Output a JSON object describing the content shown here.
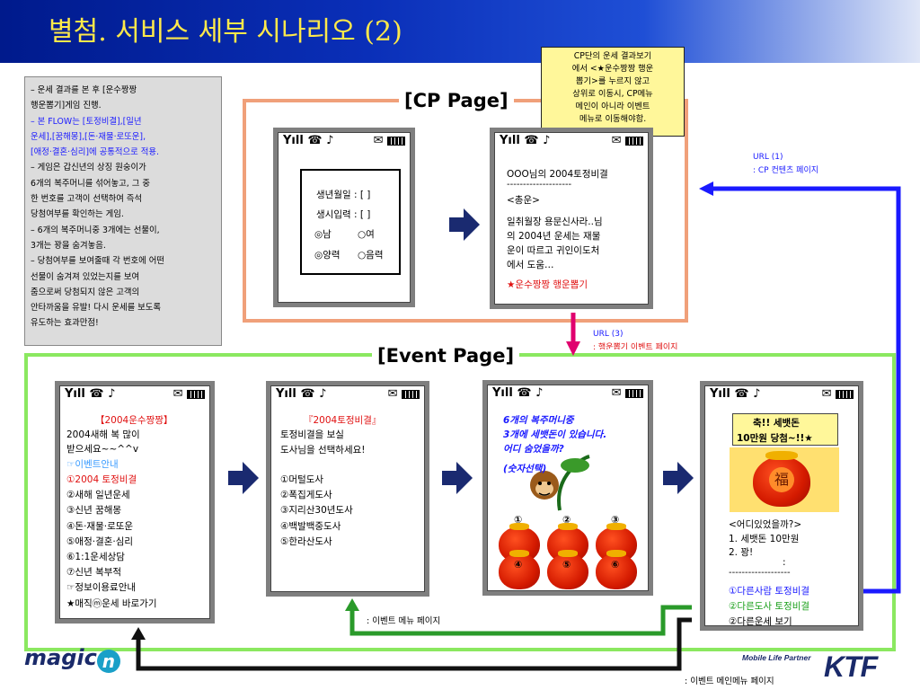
{
  "title": "별첨. 서비스 세부 시나리오 (2)",
  "colors": {
    "accent_title": "#ffe94a",
    "title_bar": "#0a2fb8",
    "cp_frame": "#f0a07a",
    "event_frame": "#8be860",
    "callout_bg": "#fff79a",
    "arrow_blue": "#1a1aff",
    "arrow_magenta": "#e0006e",
    "arrow_green": "#2a9a2a"
  },
  "left_note": [
    {
      "text": "– 운세 결과를 본 후 [운수짱짱",
      "color": "black"
    },
    {
      "text": "행운뽑기]게임 진행.",
      "color": "black"
    },
    {
      "text": "– 본 FLOW는 [토정비결],[일년",
      "color": "blue"
    },
    {
      "text": "운세],[꿈해몽],[돈·재물·로또운],",
      "color": "blue"
    },
    {
      "text": "[애정·결혼·심리]에 공통적으로 적용.",
      "color": "blue"
    },
    {
      "text": "– 게임은 갑신년의 상징 원숭이가",
      "color": "black"
    },
    {
      "text": "6개의 복주머니를 섞어놓고, 그 중",
      "color": "black"
    },
    {
      "text": "  한 번호를 고객이 선택하여 즉석",
      "color": "black"
    },
    {
      "text": "당첨여부를 확인하는 게임.",
      "color": "black"
    },
    {
      "text": "– 6개의 복주머니중 3개에는 선물이,",
      "color": "black"
    },
    {
      "text": "3개는 꽝을 숨겨놓음.",
      "color": "black"
    },
    {
      "text": "– 당첨여부를 보여줄때 각 번호에 어떤",
      "color": "black"
    },
    {
      "text": "  선물이 숨겨져 있었는지를 보여",
      "color": "black"
    },
    {
      "text": "  줌으로써 당첨되지 않은 고객의",
      "color": "black"
    },
    {
      "text": "안타까움을 유발! 다시 운세를 보도록",
      "color": "black"
    },
    {
      "text": "  유도하는 효과만점!",
      "color": "black"
    }
  ],
  "cp_page_label": "[CP Page]",
  "event_page_label": "[Event Page]",
  "callout": [
    "CP단의 운세 결과보기",
    "에서 <★운수짱짱 행운",
    "뽑기>를 누르지 않고",
    "상위로 이동시, CP메뉴",
    "메인이 아니라 이벤트",
    "메뉴로 이동해야함."
  ],
  "url1": {
    "title": "URL (1)",
    "desc": ": CP 컨텐츠 페이지"
  },
  "url3": {
    "title": "URL (3)",
    "desc": ": 행운뽑기  이벤트 페이지"
  },
  "event_menu_note": ": 이벤트 메뉴 페이지",
  "event_main_note": ": 이벤트 메인메뉴 페이지",
  "phones": {
    "cp1": {
      "birth_date": "생년월일 : [  ]",
      "birth_time": "생시입력 : [  ]",
      "gender_male": "◎남",
      "gender_female": "○여",
      "cal_solar": "◎양력",
      "cal_lunar": "○음력"
    },
    "cp2": {
      "line1": "OOO님의 2004토정비결",
      "divider": "--------------------",
      "line2": "<총운>",
      "line3": "일취월장 용문신사라..님",
      "line4": "의 2004년 운세는 재물",
      "line5": "운이 따르고 귀인이도처",
      "line6": "에서 도움…",
      "link": "★운수짱짱 행운뽑기"
    },
    "ev1": {
      "title": "【2004운수짱짱】",
      "l1": "2004새해 복 많이",
      "l2": "받으세요~~^^v",
      "guide": "☞이벤트안내",
      "items": [
        "①2004 토정비결",
        "②새해 일년운세",
        "③신년 꿈해몽",
        "④돈·재물·로또운",
        "⑤애정·결혼·심리",
        "⑥1:1운세상담",
        "⑦신년 복부적",
        "☞정보이용료안내",
        "★매직ⓜ운세 바로가기"
      ]
    },
    "ev2": {
      "title": "『2004토정비결』",
      "l1": "토정비결을 보실",
      "l2": "도사님을 선택하세요!",
      "items": [
        "①머털도사",
        "②폭집게도사",
        "③지리산30년도사",
        "④백발백중도사",
        "⑤한라산도사"
      ]
    },
    "ev3": {
      "l1": "6개의 복주머니중",
      "l2": "3개에 세뱃돈이 있습니다.",
      "l3": "어디 숨었을까?",
      "l4": "(숫자선택)",
      "nums": [
        "①",
        "②",
        "③",
        "④",
        "⑤",
        "⑥"
      ]
    },
    "ev4": {
      "banner1": "축!! 세뱃돈",
      "banner2": "10만원 당첨~!!★",
      "bag_char": "福",
      "l1": "<어디있었을까?>",
      "l2": "1. 세뱃돈 10만원",
      "l3": "2. 꽝!",
      "l4": ":",
      "divider": "-------------------",
      "link1": "①다른사람 토정비결",
      "link2": "②다른도사 토정비결",
      "link3": "②다른운세 보기"
    }
  },
  "status_icons": {
    "signal": "Yıll",
    "phone": "☎",
    "note": "♪",
    "mail": "✉"
  },
  "logos": {
    "magic_n": "magic",
    "magic_n_letter": "n",
    "mobile_life": "Mobile Life Partner",
    "ktf": "KTF"
  }
}
